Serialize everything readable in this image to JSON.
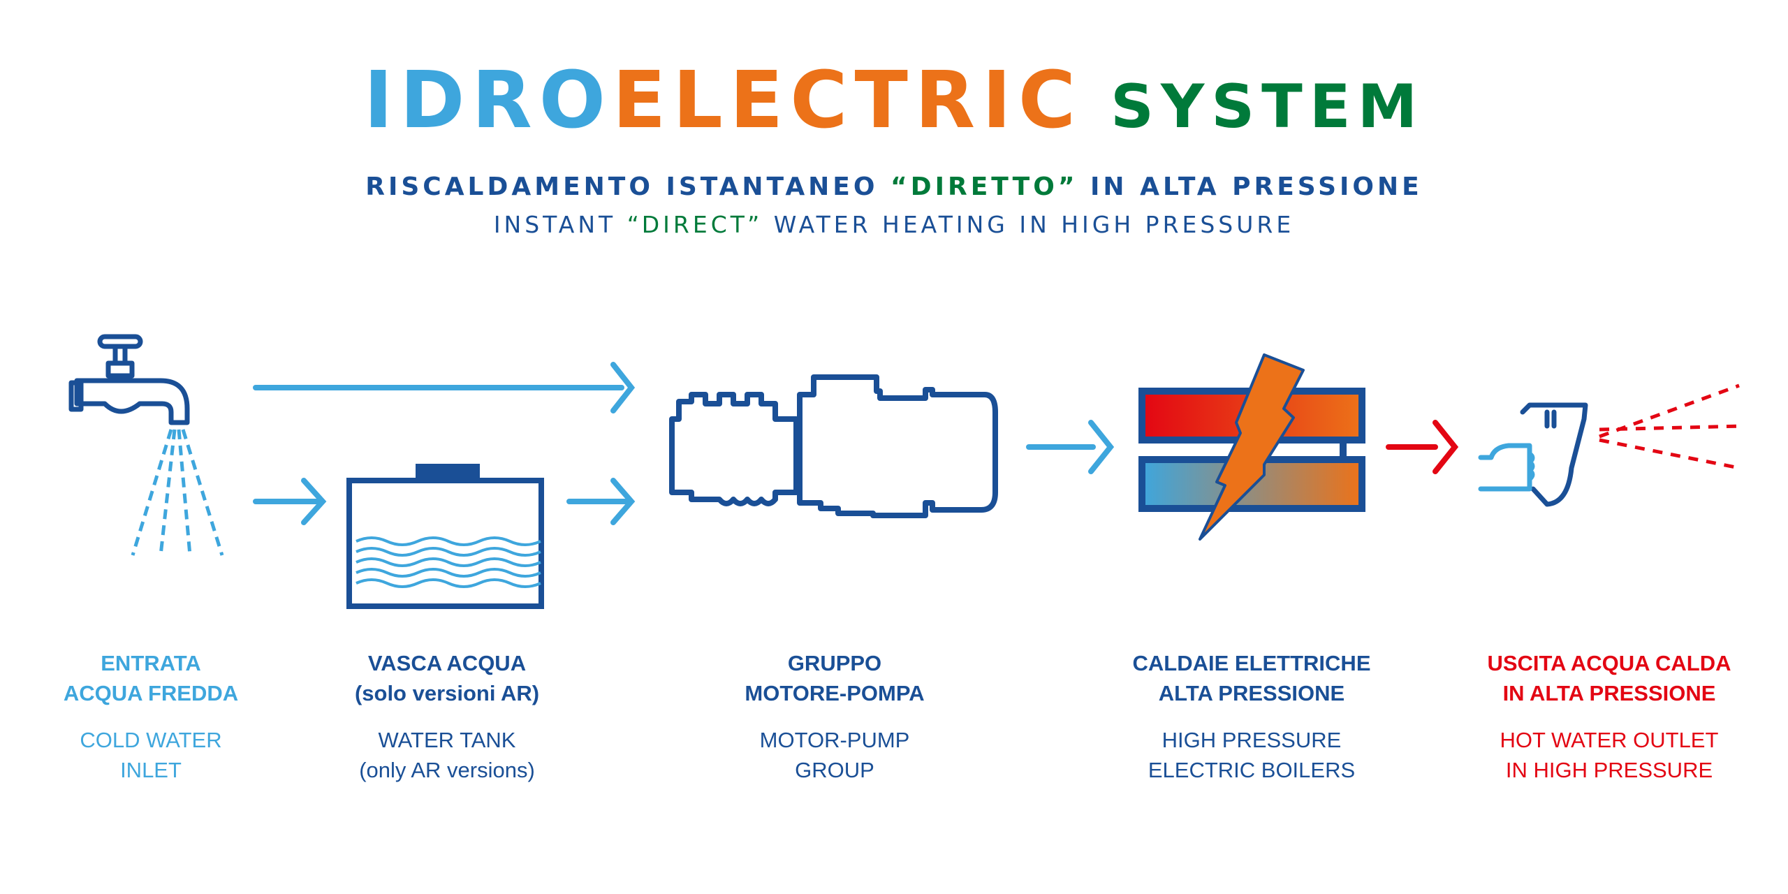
{
  "title": {
    "part1": "IDRO",
    "part2": "ELECTRIC",
    "part3": "SYSTEM"
  },
  "subtitle_it": {
    "before": "RISCALDAMENTO ISTANTANEO ",
    "highlight": "“DIRETTO”",
    "after": " IN ALTA PRESSIONE"
  },
  "subtitle_en": {
    "before": "INSTANT ",
    "highlight": "“DIRECT”",
    "after": " WATER HEATING IN HIGH PRESSURE"
  },
  "colors": {
    "light_blue": "#3ea6dd",
    "dark_blue": "#1a4f96",
    "orange": "#ec7219",
    "green": "#007a3a",
    "red": "#e30613"
  },
  "stages": [
    {
      "it_1": "ENTRATA",
      "it_2": "ACQUA FREDDA",
      "en_1": "COLD WATER",
      "en_2": "INLET",
      "icon": "faucet-icon"
    },
    {
      "it_1": "VASCA ACQUA",
      "it_2": "(solo versioni AR)",
      "en_1": "WATER TANK",
      "en_2": "(only AR versions)",
      "icon": "water-tank-icon"
    },
    {
      "it_1": "GRUPPO",
      "it_2": "MOTORE-POMPA",
      "en_1": "MOTOR-PUMP",
      "en_2": "GROUP",
      "icon": "motor-pump-icon"
    },
    {
      "it_1": "CALDAIE ELETTRICHE",
      "it_2": "ALTA PRESSIONE",
      "en_1": "HIGH PRESSURE",
      "en_2": "ELECTRIC BOILERS",
      "icon": "electric-boiler-icon"
    },
    {
      "it_1": "USCITA ACQUA CALDA",
      "it_2": "IN ALTA PRESSIONE",
      "en_1": "HOT WATER OUTLET",
      "en_2": "IN HIGH PRESSURE",
      "icon": "spray-gun-icon"
    }
  ]
}
